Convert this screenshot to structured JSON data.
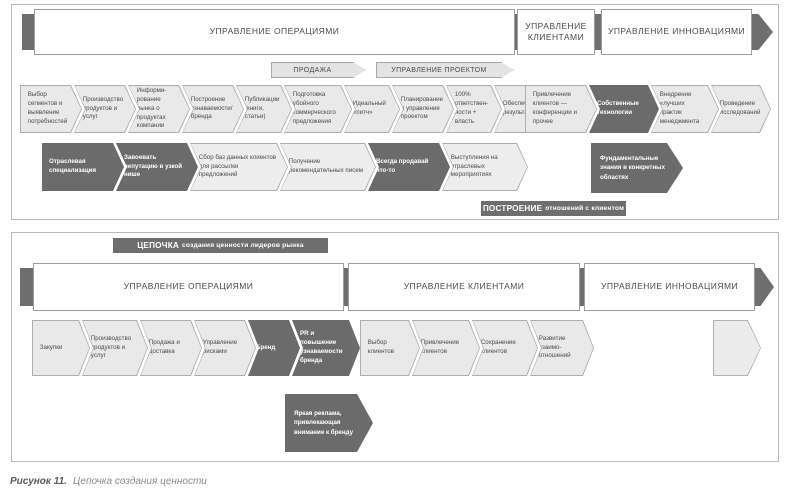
{
  "caption": {
    "number": "Рисунок 11.",
    "text": "Цепочка создания ценности"
  },
  "panel1": {
    "headers": [
      {
        "label": "УПРАВЛЕНИЕ ОПЕРАЦИЯМИ"
      },
      {
        "label": "УПРАВЛЕНИЕ КЛИЕНТАМИ"
      },
      {
        "label": "УПРАВЛЕНИЕ ИННОВАЦИЯМИ"
      }
    ],
    "banners": [
      {
        "label": "ПРОДАЖА"
      },
      {
        "label": "УПРАВЛЕНИЕ ПРОЕКТОМ"
      }
    ],
    "row1": [
      {
        "label": "Выбор сегментов и выявление потребностей",
        "style": "light"
      },
      {
        "label": "Производство продуктов и услуг",
        "style": "light"
      },
      {
        "label": "Информи-рование рынка о продуктах компании",
        "style": "light"
      },
      {
        "label": "Построение узнаваемости/ бренда",
        "style": "light"
      },
      {
        "label": "Публикации (книги, статьи)",
        "style": "light"
      },
      {
        "label": "Подготовка убойного коммерческого предложения",
        "style": "light"
      },
      {
        "label": "Идеальный «питч»",
        "style": "light"
      },
      {
        "label": "Планирование и управление проектом",
        "style": "light"
      },
      {
        "label": "100% ответствен-ности + власть",
        "style": "light"
      },
      {
        "label": "Обеспечение результата",
        "style": "light"
      },
      {
        "label": "Привлечение клиентов — конференции и прочее",
        "style": "light"
      },
      {
        "label": "Собственные технологии",
        "style": "dark"
      },
      {
        "label": "Внедрение «лучших практик менеджмента",
        "style": "light"
      },
      {
        "label": "Проведение исследований",
        "style": "light"
      }
    ],
    "row2": [
      {
        "label": "Отраслевая специализация",
        "style": "dark"
      },
      {
        "label": "Завоевать репутацию в узкой нише",
        "style": "dark"
      },
      {
        "label": "Сбор баз данных клиентов для рассылки предложений",
        "style": "light"
      },
      {
        "label": "Получение рекомендательных писем",
        "style": "light"
      },
      {
        "label": "Всегда продавай что-то",
        "style": "dark"
      },
      {
        "label": "Выступления на отраслевых мероприятиях",
        "style": "light"
      }
    ],
    "flagbox": {
      "label": "Фундаментальные знания в конкретных областях"
    },
    "ribbon": {
      "big": "ПОСТРОЕНИЕ",
      "small": "отношений с клиентом"
    }
  },
  "panel2": {
    "ribbon": {
      "big": "ЦЕПОЧКА",
      "small": "создания ценности лидеров рынка"
    },
    "headers": [
      {
        "label": "УПРАВЛЕНИЕ ОПЕРАЦИЯМИ"
      },
      {
        "label": "УПРАВЛЕНИЕ КЛИЕНТАМИ"
      },
      {
        "label": "УПРАВЛЕНИЕ ИННОВАЦИЯМИ"
      }
    ],
    "row1": [
      {
        "label": "Закупки",
        "style": "light"
      },
      {
        "label": "Производство продуктов и услуг",
        "style": "light"
      },
      {
        "label": "Продажа и доставка",
        "style": "light"
      },
      {
        "label": "Управление рисками",
        "style": "light"
      },
      {
        "label": "Бренд",
        "style": "dark"
      },
      {
        "label": "PR и повышение узнаваемости бренда",
        "style": "dark"
      },
      {
        "label": "Выбор клиентов",
        "style": "light"
      },
      {
        "label": "Привлечение клиентов",
        "style": "light"
      },
      {
        "label": "Сохранение клиентов",
        "style": "light"
      },
      {
        "label": "Развитие взаимо-отношений",
        "style": "light"
      }
    ],
    "flagbox": {
      "label": "Яркая реклама, привлекающая внимание к бренду"
    },
    "empty_chevron": {
      "label": ""
    }
  },
  "colors": {
    "dark": "#6b6b6b",
    "light": "#e9e9e9",
    "border": "#adadad",
    "panel_border": "#b9b9b9",
    "text": "#4a4a4a"
  }
}
